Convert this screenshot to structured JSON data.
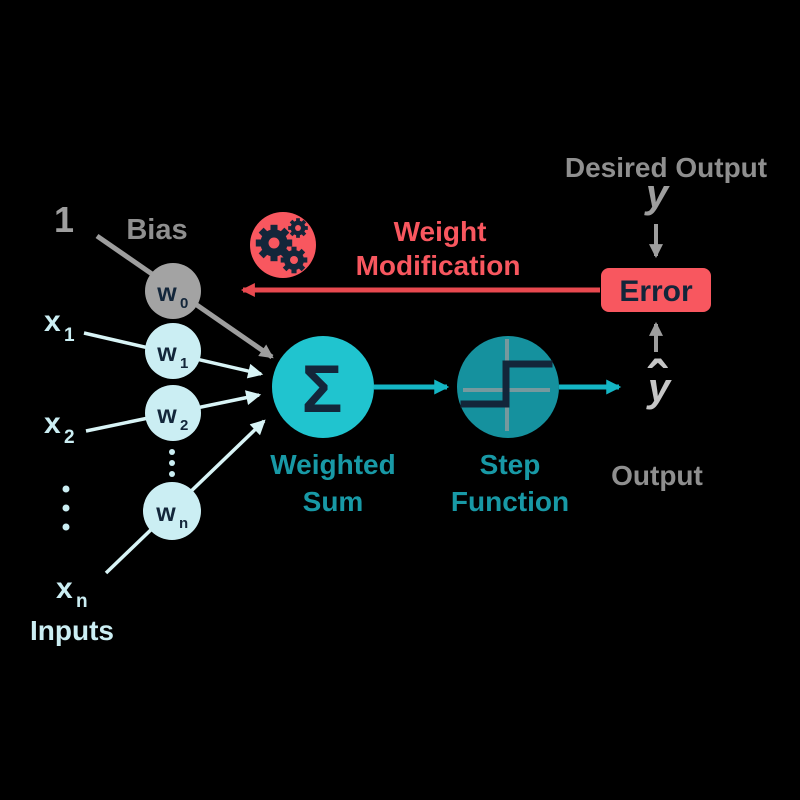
{
  "diagram_title": "Perceptron / single neuron diagram",
  "colors": {
    "background": "#000000",
    "gray_text": "#919191",
    "gray_line": "#9e9e9e",
    "pale_cyan": "#cbeef3",
    "bright_cyan_node": "#20c4cf",
    "teal_node": "#15919e",
    "teal_text": "#1899a6",
    "cyan_arrow": "#14b5c4",
    "coral": "#f8575f",
    "red_arrow": "#e8494f",
    "dark_navy": "#13263a",
    "light_gray": "#c6c6c6"
  },
  "bias": {
    "value": "1",
    "label": "Bias"
  },
  "inputs": {
    "label": "Inputs",
    "x1": {
      "base": "x",
      "sub": "1"
    },
    "x2": {
      "base": "x",
      "sub": "2"
    },
    "xn": {
      "base": "x",
      "sub": "n"
    }
  },
  "weights": {
    "w0": {
      "base": "w",
      "sub": "0"
    },
    "w1": {
      "base": "w",
      "sub": "1"
    },
    "w2": {
      "base": "w",
      "sub": "2"
    },
    "wn": {
      "base": "w",
      "sub": "n"
    }
  },
  "sum": {
    "symbol": "Σ",
    "label1": "Weighted",
    "label2": "Sum"
  },
  "step": {
    "label1": "Step",
    "label2": "Function"
  },
  "output": {
    "label": "Output",
    "symbol": "y",
    "hat": "ˆ"
  },
  "desired_output": {
    "label": "Desired Output",
    "symbol": "y"
  },
  "error": {
    "label": "Error"
  },
  "weight_modification": {
    "label1": "Weight",
    "label2": "Modification"
  }
}
